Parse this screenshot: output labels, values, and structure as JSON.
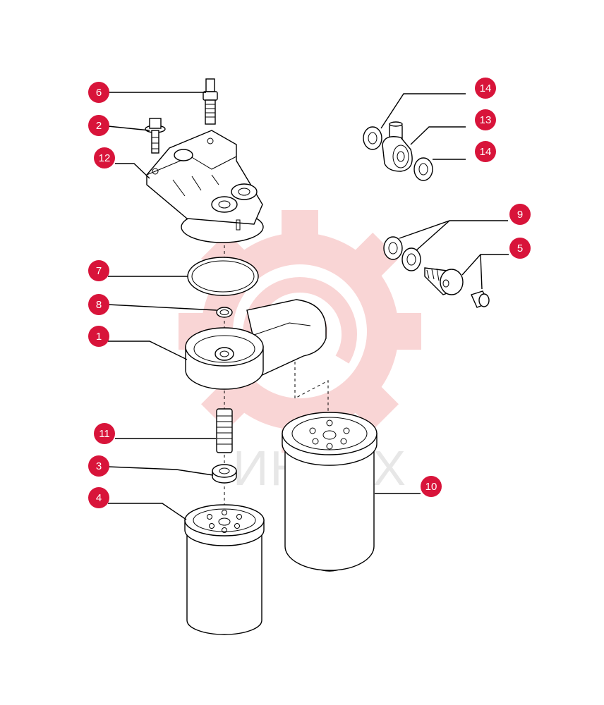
{
  "watermark": {
    "text": "ИНТЕХ",
    "color": "#f9d3d3"
  },
  "callout_color": "#d8143a",
  "callouts": [
    {
      "id": "1"
    },
    {
      "id": "2"
    },
    {
      "id": "3"
    },
    {
      "id": "4"
    },
    {
      "id": "5"
    },
    {
      "id": "6"
    },
    {
      "id": "7"
    },
    {
      "id": "8"
    },
    {
      "id": "9"
    },
    {
      "id": "10"
    },
    {
      "id": "11"
    },
    {
      "id": "12"
    },
    {
      "id": "13"
    },
    {
      "id": "14"
    },
    {
      "id": "14"
    }
  ]
}
